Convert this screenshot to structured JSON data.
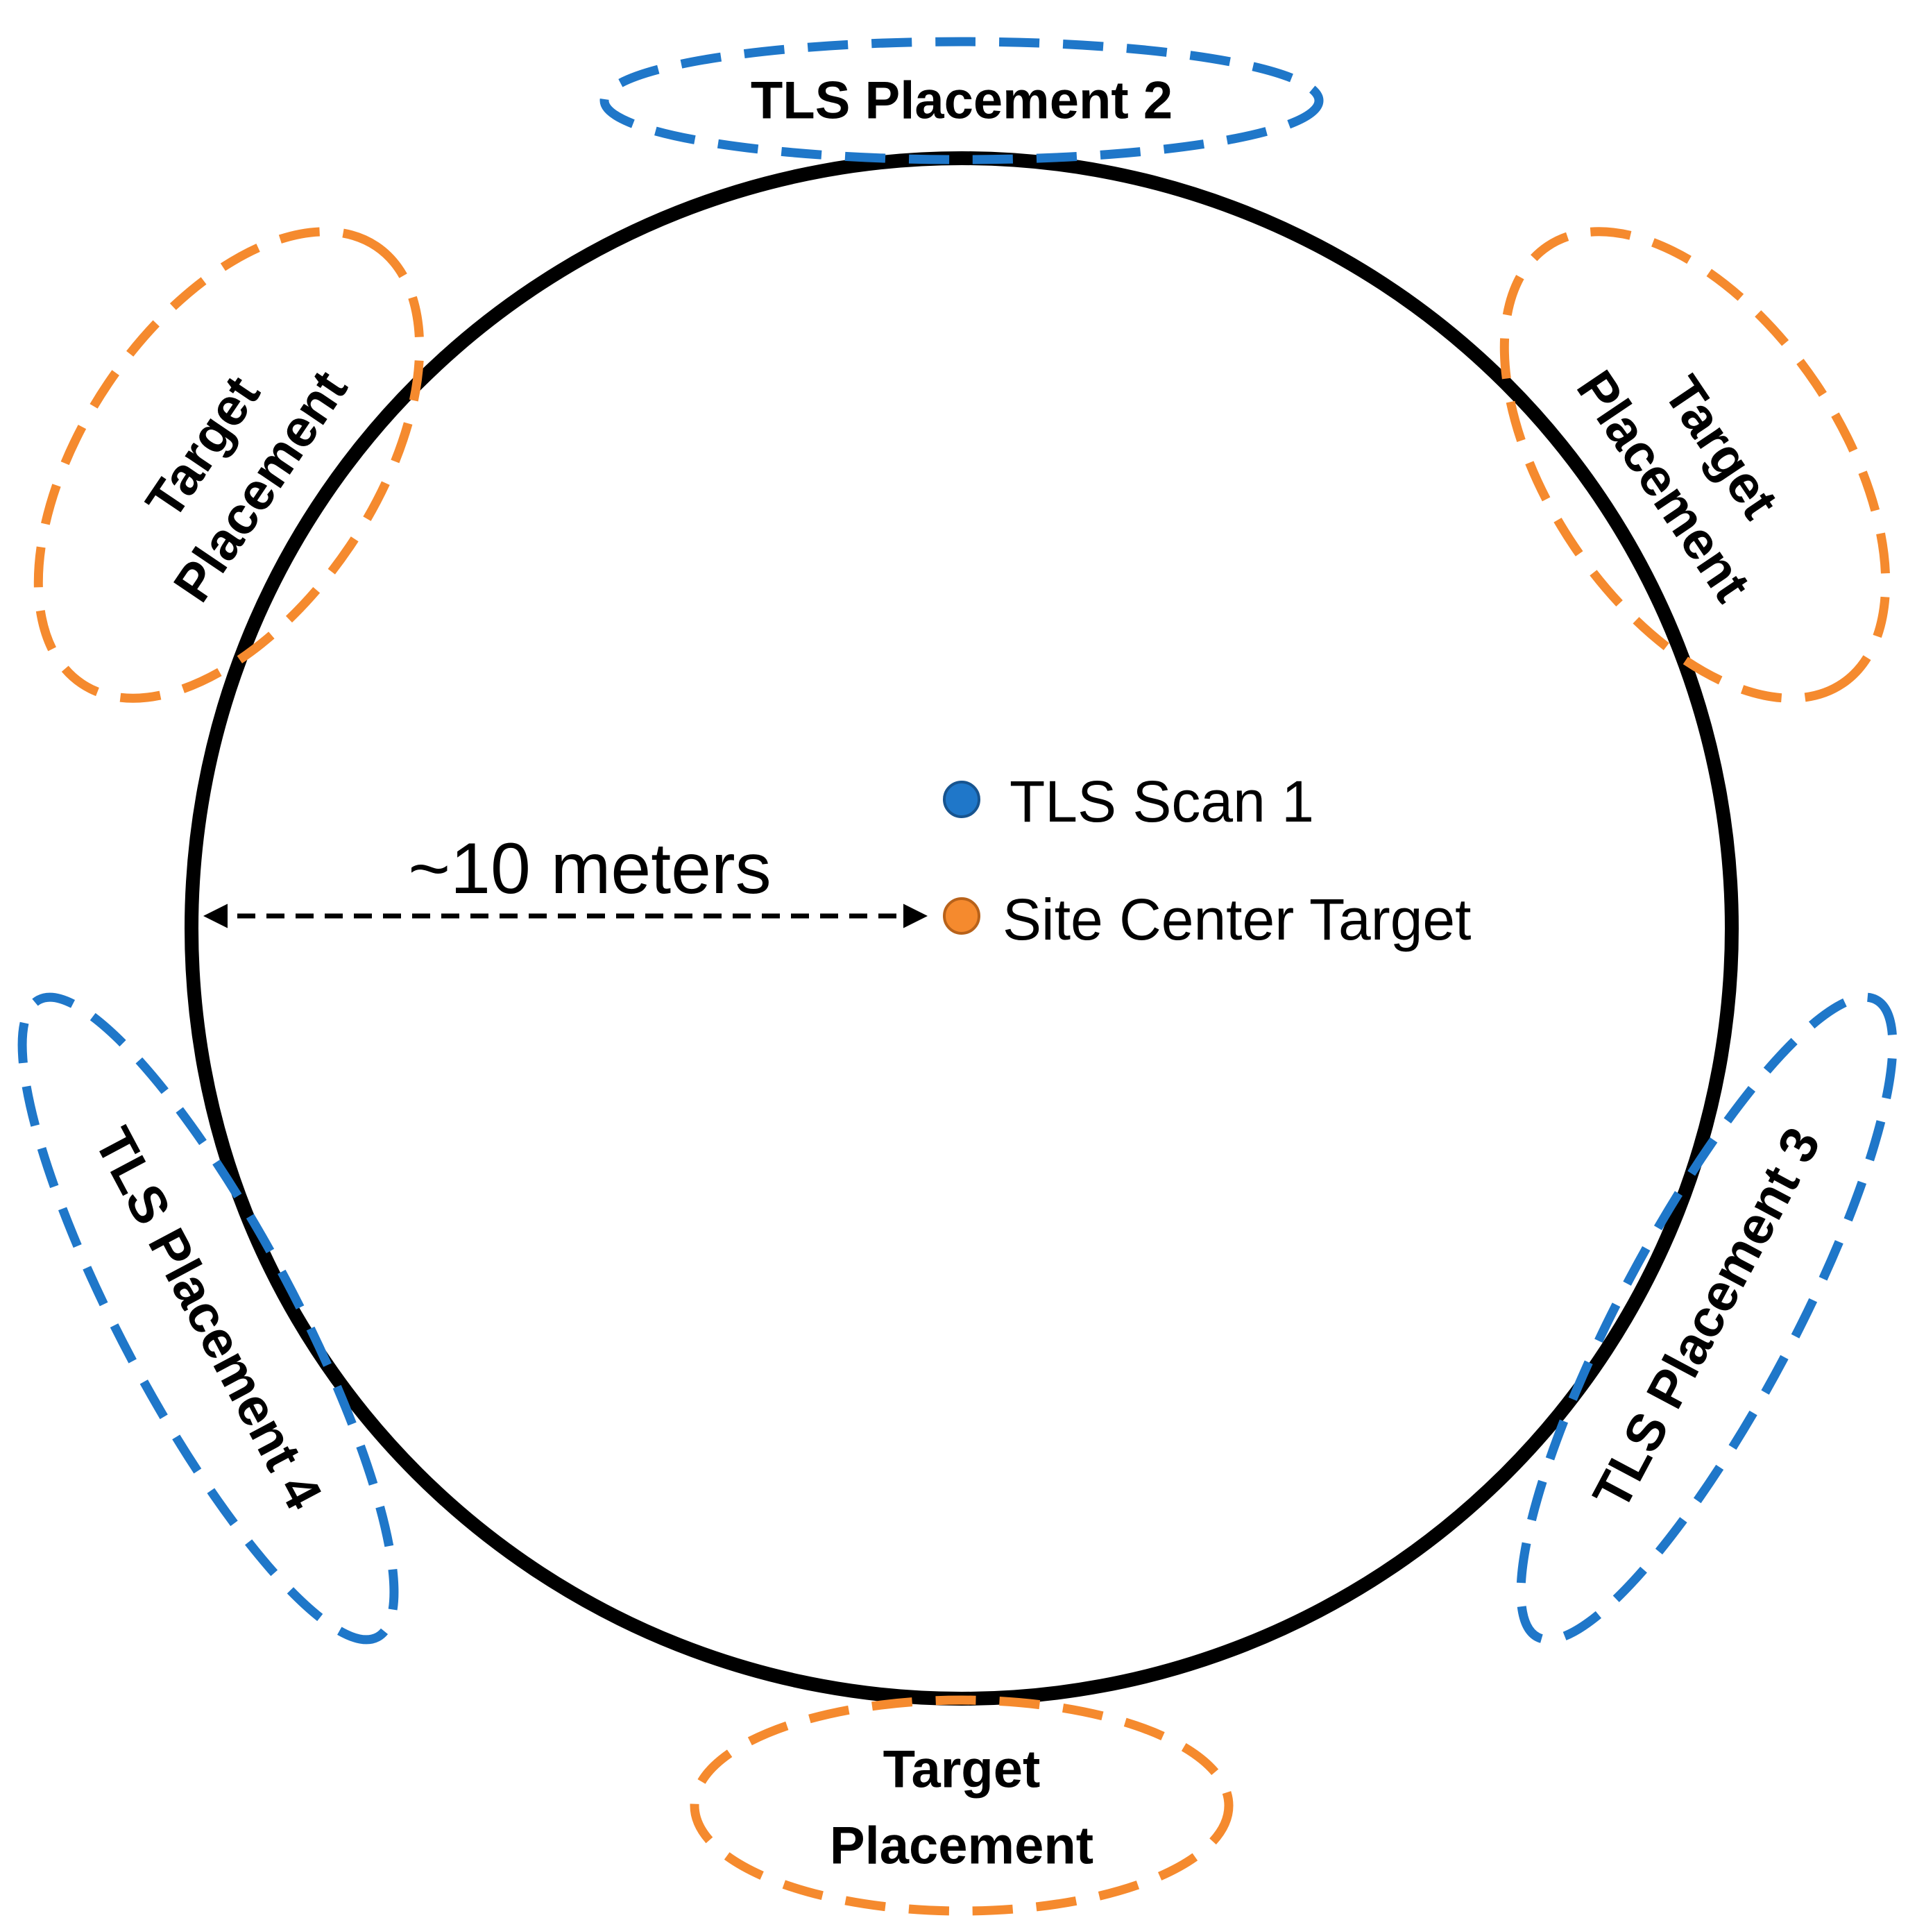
{
  "colors": {
    "circle": "#000000",
    "tls": "#1f77c9",
    "target": "#f58a2e",
    "background": "#ffffff"
  },
  "labels": {
    "tls_placement_2": "TLS Placement 2",
    "tls_placement_3": "TLS Placement 3",
    "tls_placement_4": "TLS Placement 4",
    "target_word": "Target",
    "placement_word": "Placement",
    "tls_scan_1": "TLS Scan 1",
    "site_center_target": "Site Center Target",
    "radius": "~10 meters"
  }
}
